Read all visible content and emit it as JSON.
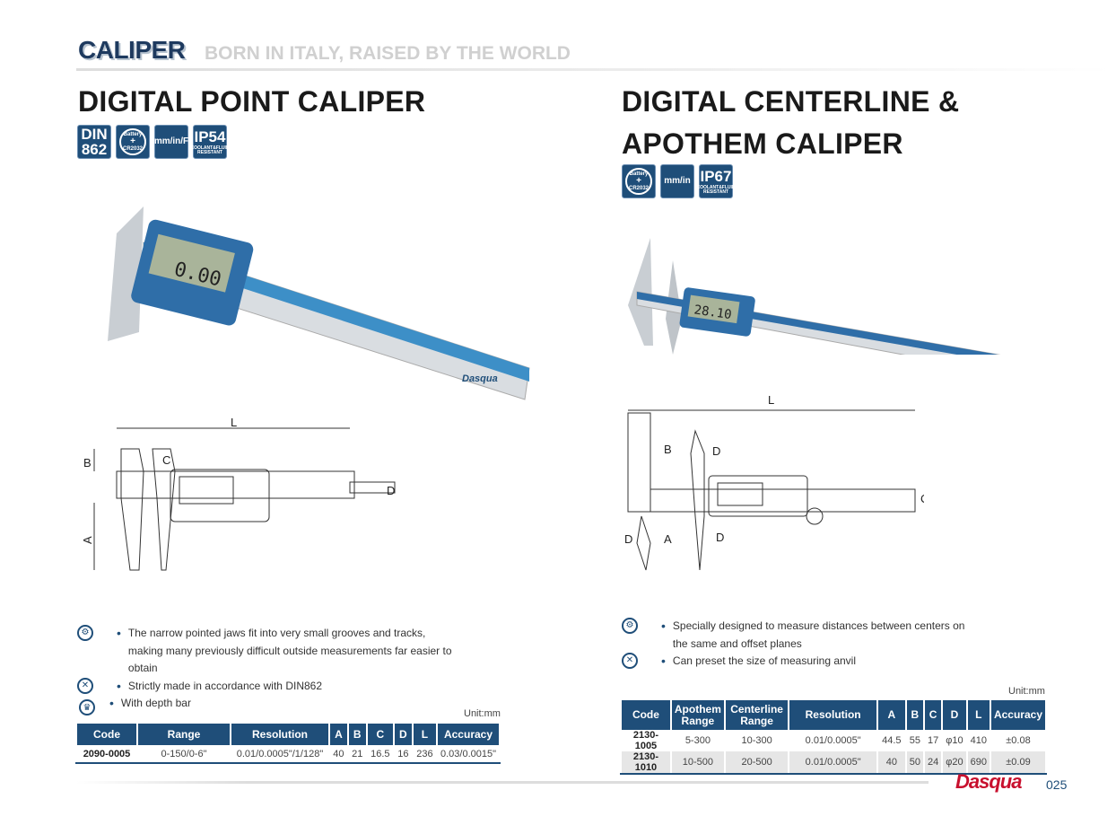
{
  "header": {
    "section": "CALIPER",
    "tagline": "BORN IN ITALY, RAISED BY THE WORLD"
  },
  "left": {
    "title": "DIGITAL POINT CALIPER",
    "badges": [
      {
        "big": "DIN",
        "small": "862"
      },
      {
        "top": "Battery",
        "mid": "+",
        "bot": "CR2032"
      },
      {
        "text": "mm/in/F"
      },
      {
        "big": "IP54",
        "small": "COOLANT&FLUID RESISTANT"
      }
    ],
    "display": "0.00",
    "diagram_labels": {
      "L": "L",
      "A": "A",
      "B": "B",
      "C": "C",
      "D": "D"
    },
    "features": [
      "The narrow pointed jaws fit into very small grooves and tracks, making many previously difficult outside measurements far easier to obtain",
      "Strictly made in accordance with DIN862",
      "With depth bar"
    ],
    "unit": "Unit:mm",
    "table": {
      "headers": [
        "Code",
        "Range",
        "Resolution",
        "A",
        "B",
        "C",
        "D",
        "L",
        "Accuracy"
      ],
      "rows": [
        [
          "2090-0005",
          "0-150/0-6\"",
          "0.01/0.0005\"/1/128\"",
          "40",
          "21",
          "16.5",
          "16",
          "236",
          "0.03/0.0015\""
        ]
      ]
    }
  },
  "right": {
    "title_line1": "DIGITAL CENTERLINE &",
    "title_line2": "APOTHEM CALIPER",
    "badges": [
      {
        "top": "Battery",
        "mid": "+",
        "bot": "CR2032"
      },
      {
        "text": "mm/in"
      },
      {
        "big": "IP67",
        "small": "COOLANT&FLUID RESISTANT"
      }
    ],
    "display": "28.10",
    "diagram_labels": {
      "L": "L",
      "A": "A",
      "B": "B",
      "C": "C",
      "D": "D"
    },
    "features": [
      "Specially designed to measure distances between centers on the same and offset planes",
      "Can preset the size of measuring anvil"
    ],
    "unit": "Unit:mm",
    "table": {
      "headers": [
        "Code",
        "Apothem Range",
        "Centerline Range",
        "Resolution",
        "A",
        "B",
        "C",
        "D",
        "L",
        "Accuracy"
      ],
      "rows": [
        [
          "2130-1005",
          "5-300",
          "10-300",
          "0.01/0.0005\"",
          "44.5",
          "55",
          "17",
          "φ10",
          "410",
          "±0.08"
        ],
        [
          "2130-1010",
          "10-500",
          "20-500",
          "0.01/0.0005\"",
          "40",
          "50",
          "24",
          "φ20",
          "690",
          "±0.09"
        ]
      ]
    }
  },
  "footer": {
    "logo": "Dasqua",
    "page": "025"
  },
  "colors": {
    "navy": "#1f4e79",
    "brand_red": "#c8102e"
  }
}
